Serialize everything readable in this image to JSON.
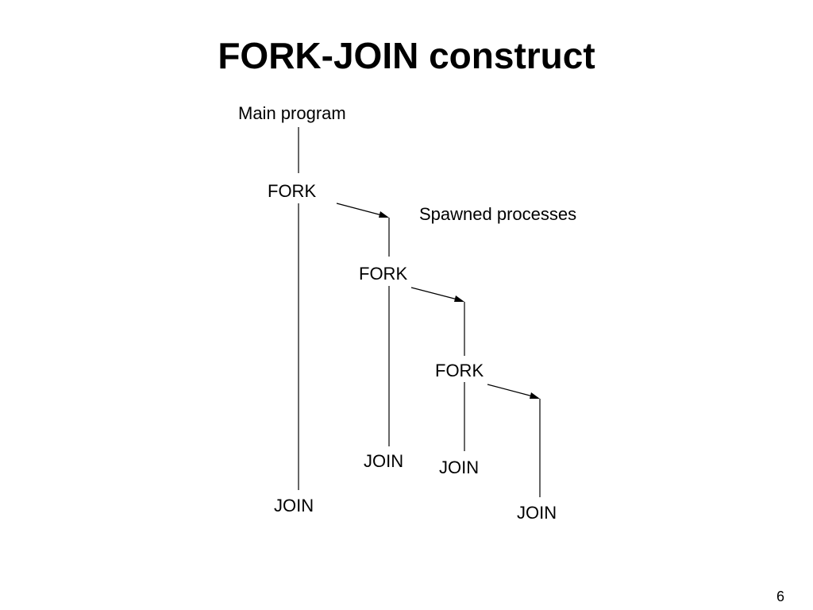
{
  "slide": {
    "title": "FORK-JOIN construct",
    "page_number": "6"
  },
  "diagram": {
    "main_label": "Main program",
    "spawned_label": "Spawned processes",
    "fork_labels": [
      "FORK",
      "FORK",
      "FORK"
    ],
    "join_labels": [
      "JOIN",
      "JOIN",
      "JOIN",
      "JOIN"
    ]
  }
}
